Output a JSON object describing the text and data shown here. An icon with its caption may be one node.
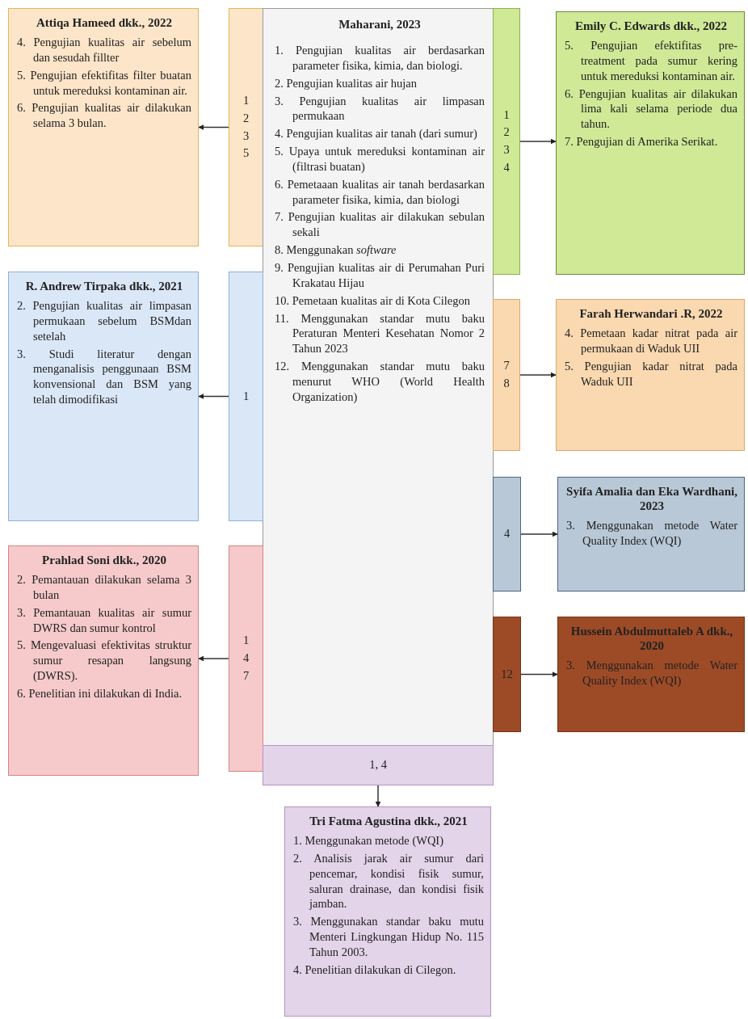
{
  "diagram": {
    "nodes": [
      {
        "text": [
          "Attiqa Hameed dkk., 2022",
          "4. Pengujian kualitas air sebelum dan sesudah fillter",
          "5. Pengujian efektifitas filter buatan untuk mereduksi kontaminan air.",
          "6. Pengujian kualitas air dilakukan selama 3 bulan."
        ]
      },
      {
        "text": [
          "1 2 3 5"
        ]
      },
      {
        "text": [
          "Maharani, 2023",
          "1. Pengujian kualitas air berdasarkan parameter fisika, kimia, dan biologi.",
          "2. Pengujian kualitas air hujan",
          "3. Pengujian kualitas air limpasan permukaan",
          "4. Pengujian kualitas air tanah (dari sumur)",
          "5. Upaya untuk mereduksi kontaminan air (filtrasi buatan)",
          "6. Pemetaaan kualitas air tanah berdasarkan parameter fisika, kimia, dan biologi",
          "7. Pengujian kualitas air dilakukan sebulan sekali",
          "8. Menggunakan *software*",
          "9. Pengujian kualitas air di Perumahan Puri Krakatau Hijau",
          "10. Pemetaan kualitas air di Kota Cilegon",
          "11. Menggunakan standar mutu baku Peraturan Menteri Kesehatan Nomor 2 Tahun 2023",
          "12. Menggunakan standar mutu baku menurut WHO (World Health Organization)"
        ]
      },
      {
        "text": [
          "1 2 3 4"
        ]
      },
      {
        "text": [
          "Emily C. Edwards dkk., 2022",
          "5. Pengujian efektifitas pre-treatment pada sumur kering untuk mereduksi kontaminan air.",
          "6. Pengujian kualitas air dilakukan lima kali selama periode dua tahun.",
          "7. Pengujian di Amerika Serikat."
        ]
      },
      {
        "text": [
          "R. Andrew Tirpaka dkk., 2021",
          "2. Pengujian kualitas air limpasan permukaan sebelum BSMdan setelah",
          "3. Studi literatur dengan menganalisis penggunaan BSM konvensional dan BSM yang telah dimodifikasi"
        ]
      },
      {
        "text": [
          "1"
        ]
      },
      {
        "text": [
          "7 8"
        ]
      },
      {
        "text": [
          "Farah Herwandari .R, 2022",
          "4. Pemetaan kadar nitrat pada air permukaan di Waduk UII",
          "5. Pengujian kadar nitrat pada Waduk UII"
        ]
      },
      {
        "text": [
          "4"
        ]
      },
      {
        "text": [
          "Syifa Amalia dan Eka Wardhani, 2023",
          "3. Menggunakan metode Water Quality Index (WQI)"
        ]
      },
      {
        "text": [
          "Prahlad Soni dkk., 2020",
          "2. Pemantauan dilakukan selama 3 bulan",
          "3. Pemantauan kualitas air sumur DWRS dan sumur kontrol",
          "5. Mengevaluasi efektivitas struktur sumur resapan langsung (DWRS).",
          "6. Penelitian ini dilakukan di India."
        ]
      },
      {
        "text": [
          "1 4 7"
        ]
      },
      {
        "text": [
          "12"
        ]
      },
      {
        "text": [
          "Hussein Abdulmuttaleb A dkk., 2020",
          "3. Menggunakan metode Water Quality Index (WQI)"
        ]
      },
      {
        "text": [
          "1, 4"
        ]
      },
      {
        "text": [
          "Tri Fatma Agustina dkk., 2021",
          "1. Menggunakan metode  (WQI)",
          "2. Analisis jarak air sumur dari pencemar, kondisi fisik sumur, saluran drainase, dan kondisi fisik jamban.",
          "3. Menggunakan standar baku mutu Menteri Lingkungan Hidup No. 115 Tahun 2003.",
          "4. Penelitian dilakukan di Cilegon."
        ]
      }
    ],
    "edges": [
      {
        "from": 1,
        "to": 0,
        "arrow": "to"
      },
      {
        "from": 3,
        "to": 4,
        "arrow": "to"
      },
      {
        "from": 6,
        "to": 5,
        "arrow": "to"
      },
      {
        "from": 7,
        "to": 8,
        "arrow": "to"
      },
      {
        "from": 9,
        "to": 10,
        "arrow": "to"
      },
      {
        "from": 12,
        "to": 11,
        "arrow": "to"
      },
      {
        "from": 13,
        "to": 14,
        "arrow": "to"
      },
      {
        "from": 15,
        "to": 16,
        "arrow": "to"
      }
    ]
  }
}
